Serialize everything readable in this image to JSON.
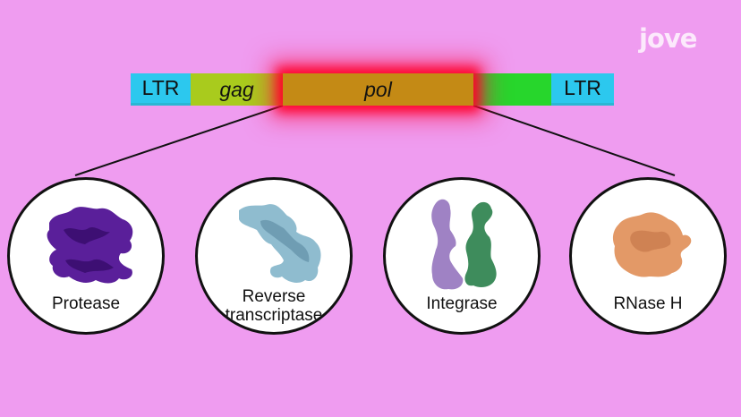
{
  "brand": {
    "logo_text": "jove"
  },
  "genome": {
    "segments": [
      {
        "id": "ltr-left",
        "label": "LTR",
        "color": "#2cc8ee"
      },
      {
        "id": "gag",
        "label": "gag",
        "color": "#a9cb1d"
      },
      {
        "id": "pol",
        "label": "pol",
        "color": "#c48a15",
        "highlighted": true,
        "highlight_color": "#ff0033"
      },
      {
        "id": "unlabeled",
        "label": "",
        "color": "#27d62c"
      },
      {
        "id": "ltr-right",
        "label": "LTR",
        "color": "#2cc8ee"
      }
    ]
  },
  "proteins": [
    {
      "label": "Protease",
      "color": "#5a1f9a"
    },
    {
      "label_line1": "Reverse",
      "label_line2": "transcriptase",
      "color": "#8fbccf"
    },
    {
      "label": "Integrase",
      "colors": [
        "#9f82c4",
        "#3e8c5c"
      ]
    },
    {
      "label": "RNase H",
      "color": "#e39967"
    }
  ],
  "colors": {
    "background": "#ef9cf0",
    "outline": "#111111"
  }
}
